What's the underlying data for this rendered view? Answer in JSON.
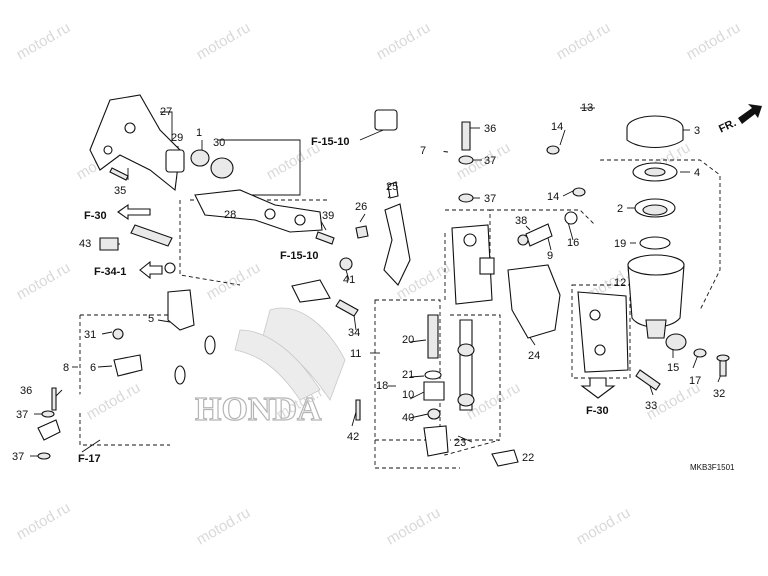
{
  "watermark": "motod.ru",
  "brand": "HONDA",
  "diagram_code": "MKB3F1501",
  "direction_marker": "FR.",
  "section_refs": [
    "F-15-10",
    "F-30",
    "F-34-1",
    "F-15-10",
    "F-30",
    "F-17"
  ],
  "callouts": [
    "1",
    "2",
    "3",
    "4",
    "5",
    "6",
    "7",
    "8",
    "9",
    "10",
    "11",
    "12",
    "13",
    "14",
    "14",
    "15",
    "16",
    "17",
    "18",
    "19",
    "20",
    "21",
    "22",
    "23",
    "24",
    "25",
    "26",
    "27",
    "28",
    "29",
    "30",
    "31",
    "32",
    "33",
    "34",
    "35",
    "36",
    "36",
    "37",
    "37",
    "37",
    "37",
    "38",
    "39",
    "40",
    "41",
    "42",
    "43"
  ]
}
